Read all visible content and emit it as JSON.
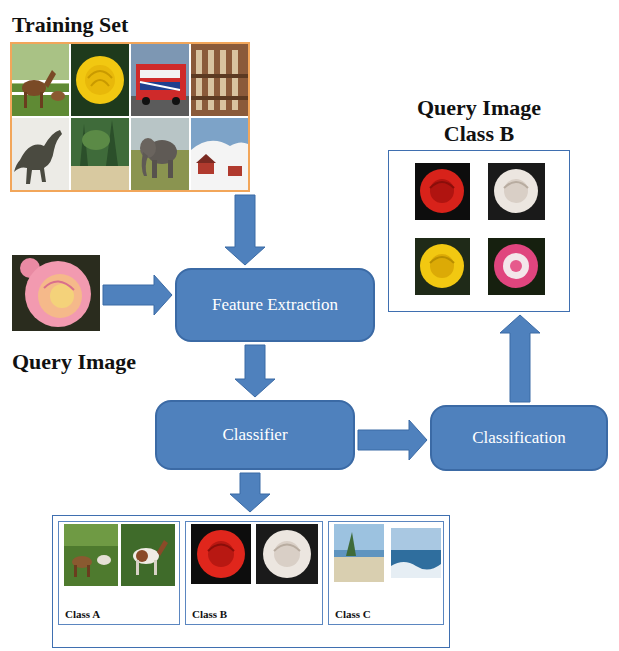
{
  "diagram": {
    "nodes": [
      {
        "text": [
          "Training Set"
        ]
      },
      {
        "text": [
          "Query Image Class B"
        ]
      },
      {
        "text": [
          "Query Image"
        ]
      },
      {
        "text": [
          "Feature Extraction"
        ]
      },
      {
        "text": [
          "Classifier"
        ]
      },
      {
        "text": [
          "Classification"
        ]
      },
      {
        "text": []
      },
      {
        "text": [
          "Class A"
        ],
        "in": 6
      },
      {
        "text": [
          "Class B"
        ],
        "in": 6
      },
      {
        "text": [
          "Class C"
        ],
        "in": 6
      }
    ],
    "edges": [
      {
        "from": 0,
        "to": 3,
        "arrow": "to"
      },
      {
        "from": 2,
        "to": 3,
        "arrow": "to"
      },
      {
        "from": 3,
        "to": 4,
        "arrow": "to"
      },
      {
        "from": 4,
        "to": 5,
        "arrow": "to"
      },
      {
        "from": 5,
        "to": 1,
        "arrow": "to"
      },
      {
        "from": 4,
        "to": 6,
        "arrow": "to"
      }
    ]
  }
}
